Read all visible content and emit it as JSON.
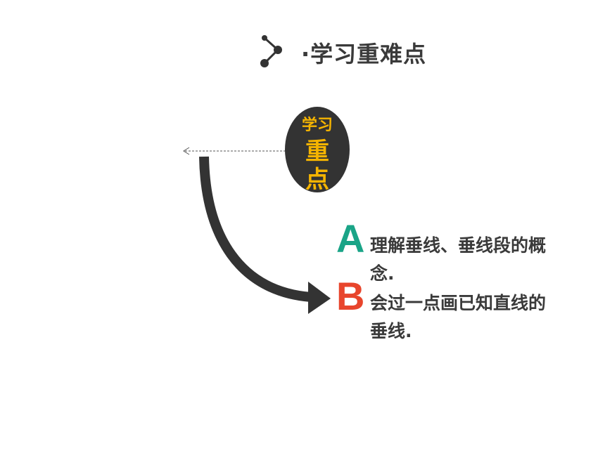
{
  "header": {
    "title": "·学习重难点",
    "icon": "branch-node-icon"
  },
  "badge": {
    "line1": "学习",
    "line2": "重",
    "line3": "点",
    "bg_color": "#333333",
    "text_color": "#f5b400"
  },
  "points": [
    {
      "letter": "A",
      "text": "理解垂线、垂线段的概念.",
      "color": "#1aa487"
    },
    {
      "letter": "B",
      "text": "会过一点画已知直线的垂线.",
      "color": "#e8452c"
    }
  ]
}
